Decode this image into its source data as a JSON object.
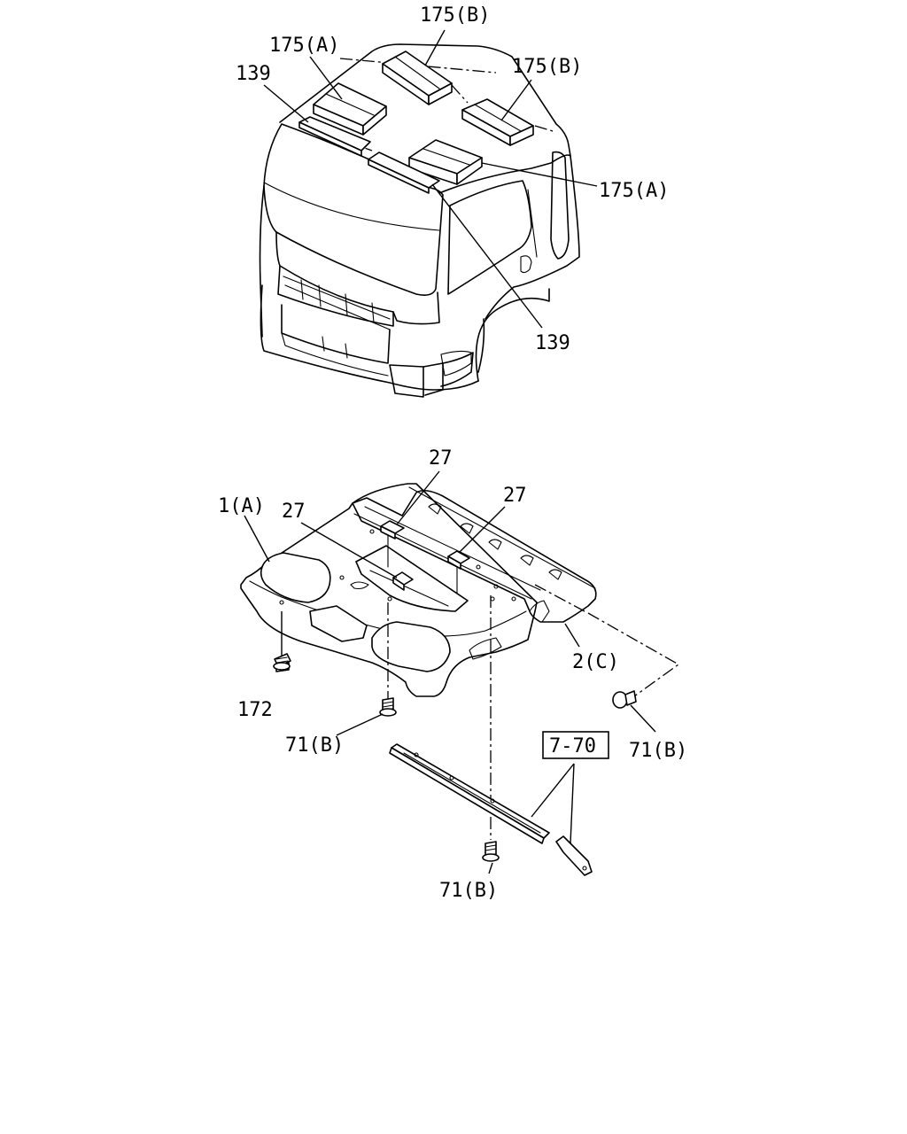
{
  "callouts": {
    "c175b_top": "175(B)",
    "c175a_top": "175(A)",
    "c139_top": "139",
    "c175b_right": "175(B)",
    "c175a_right": "175(A)",
    "c139_bottom": "139",
    "c27_top": "27",
    "c27_left": "27",
    "c27_right": "27",
    "c1a": "1(A)",
    "c2c": "2(C)",
    "c172": "172",
    "c71b_mid": "71(B)",
    "c71b_right": "71(B)",
    "c71b_bottom": "71(B)",
    "ref_7_70": "7-70"
  }
}
